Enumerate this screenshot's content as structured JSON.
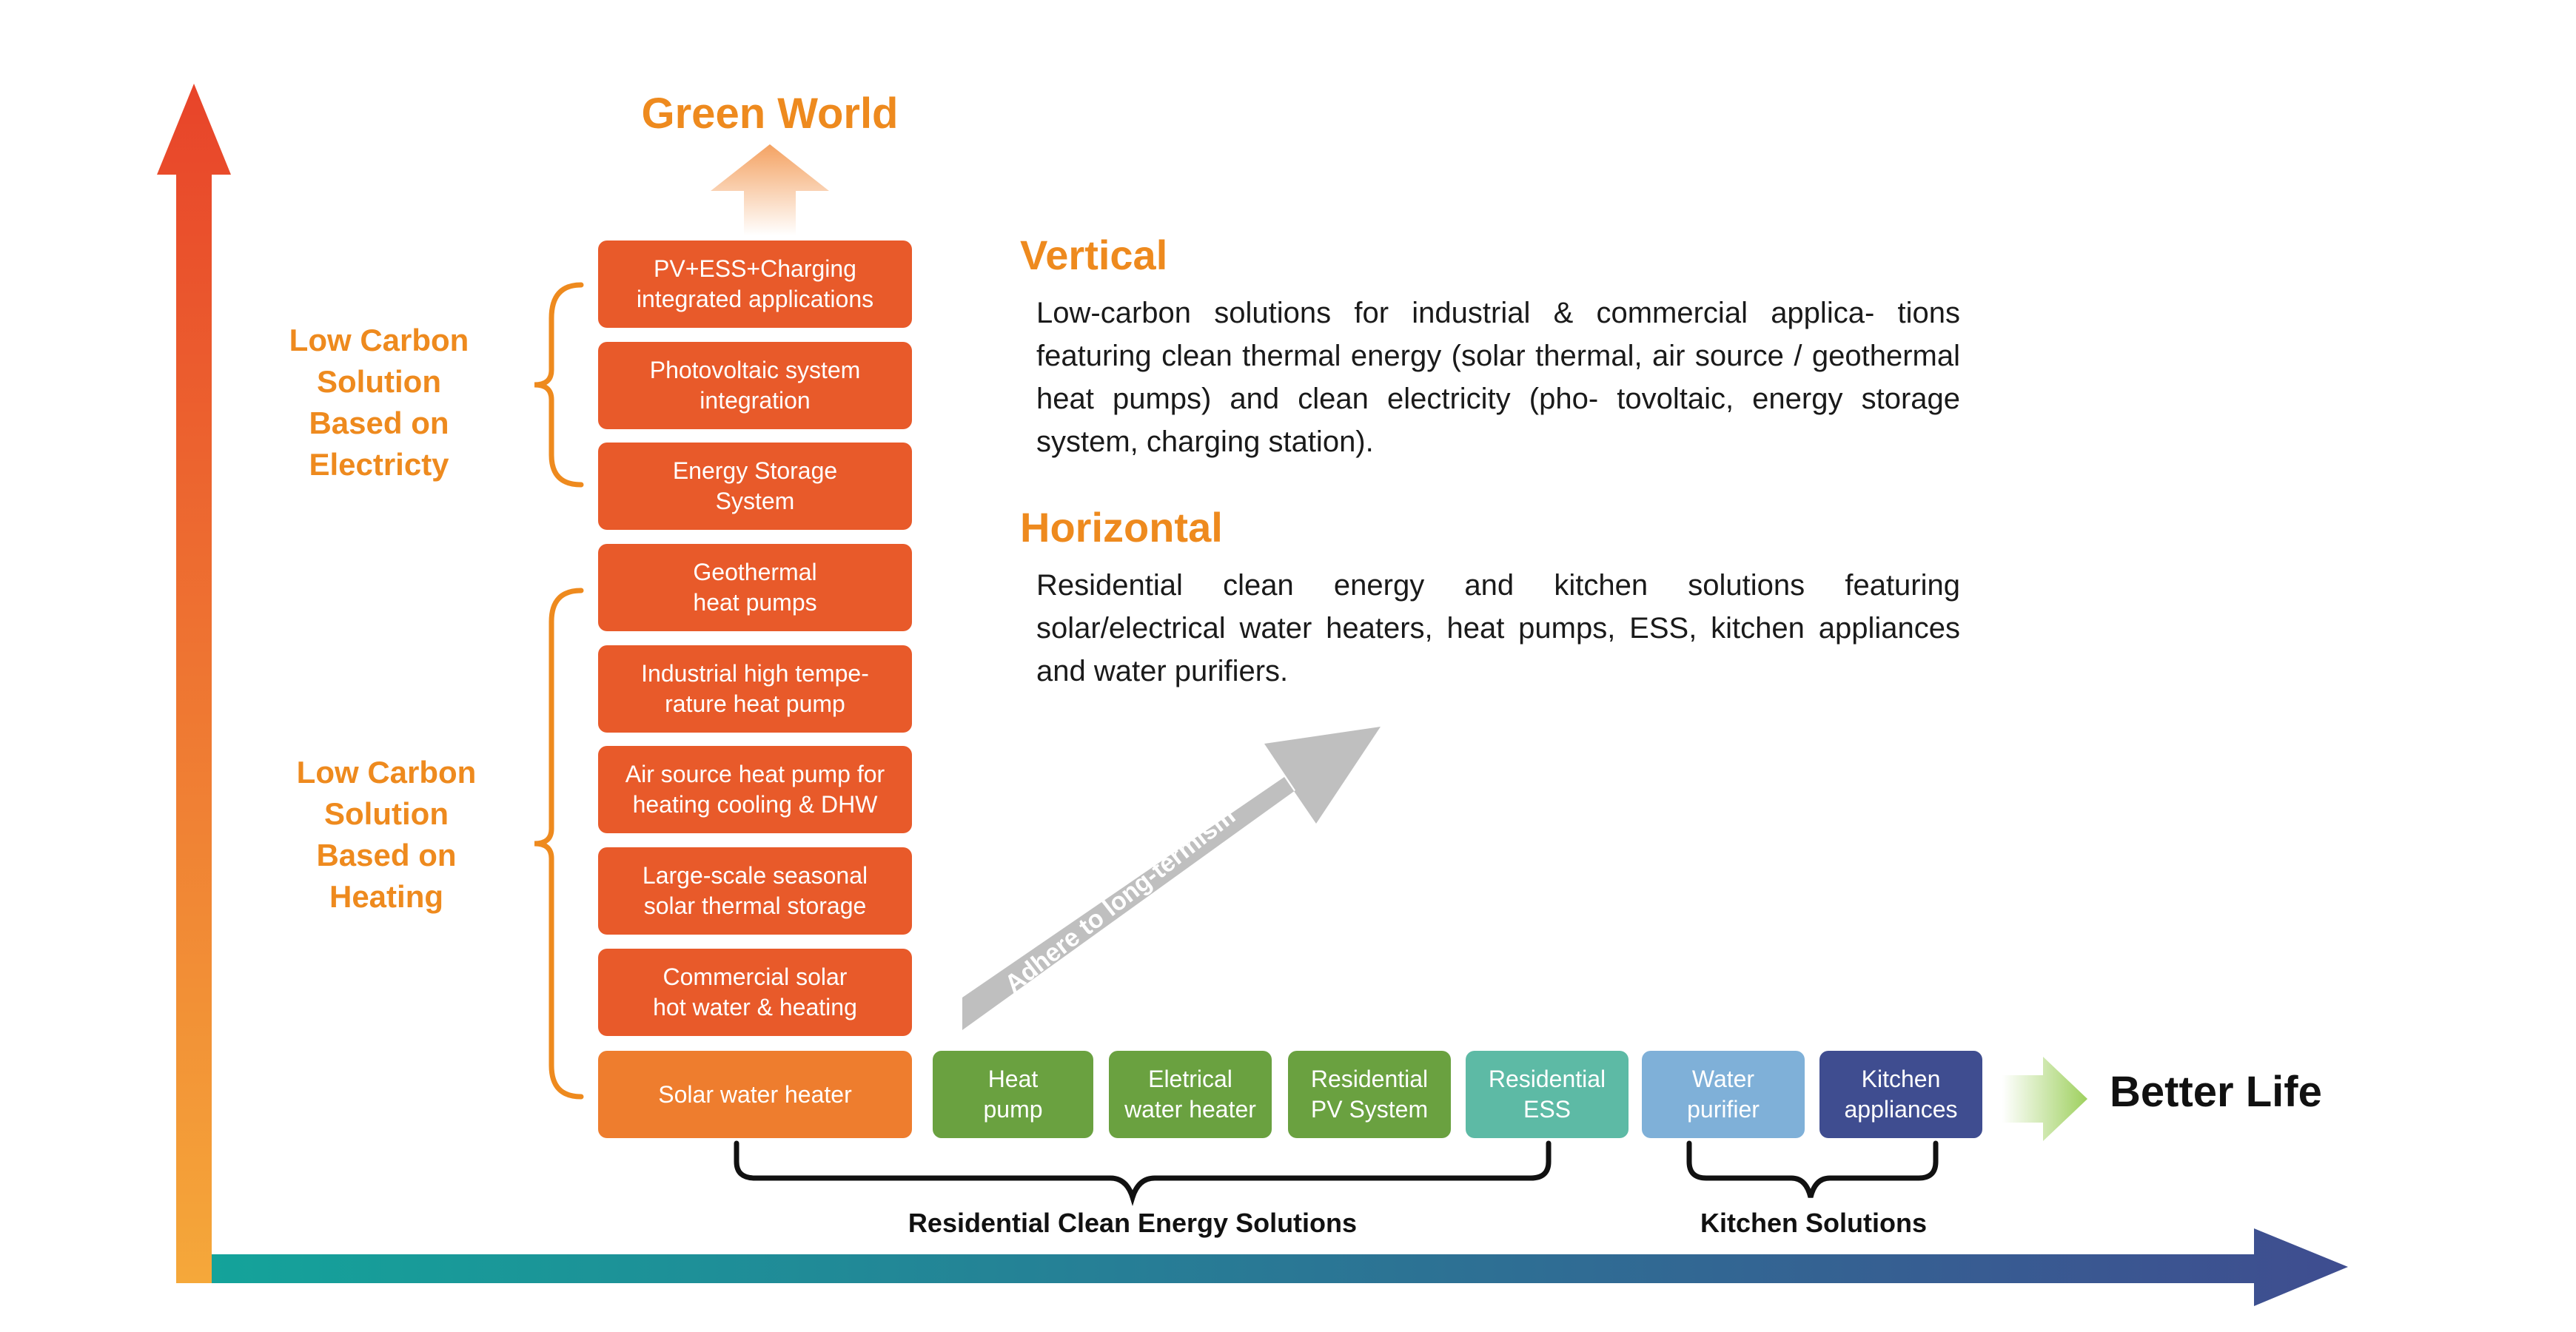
{
  "top_label": "Green World",
  "right_label": "Better Life",
  "diagonal_label": "Adhere to long-termism",
  "side_labels": {
    "electricity": "Low Carbon\nSolution\nBased on\nElectricty",
    "heating": "Low Carbon\nSolution\nBased on\nHeating"
  },
  "vertical": {
    "title": "Vertical",
    "text": "Low-carbon solutions for industrial & commercial applica- tions featuring clean thermal energy (solar thermal, air source / geothermal heat pumps) and clean electricity (pho- tovoltaic, energy storage system, charging station)."
  },
  "horizontal": {
    "title": "Horizontal",
    "text": "Residential clean energy and kitchen solutions featuring solar/electrical water heaters, heat pumps, ESS, kitchen appliances and water purifiers."
  },
  "stack": [
    "PV+ESS+Charging\nintegrated applications",
    "Photovoltaic system\nintegration",
    "Energy Storage\nSystem",
    "Geothermal\nheat pumps",
    "Industrial high tempe-\nrature heat pump",
    "Air source heat pump for\nheating cooling & DHW",
    "Large-scale seasonal\nsolar thermal storage",
    "Commercial solar\nhot water & heating"
  ],
  "base_box": "Solar water heater",
  "row": [
    "Heat\npump",
    "Eletrical\nwater heater",
    "Residential\nPV System",
    "Residential\nESS",
    "Water\npurifier",
    "Kitchen\nappliances"
  ],
  "bottom_labels": {
    "residential": "Residential Clean Energy Solutions",
    "kitchen": "Kitchen Solutions"
  },
  "colors": {
    "orange": "#e85a2a",
    "light_orange": "#ee7d2e",
    "green": "#6aa140",
    "teal": "#5dbaa5",
    "light_blue": "#7fb0d8",
    "navy": "#3f4d90",
    "label_orange": "#ee8a1e"
  }
}
